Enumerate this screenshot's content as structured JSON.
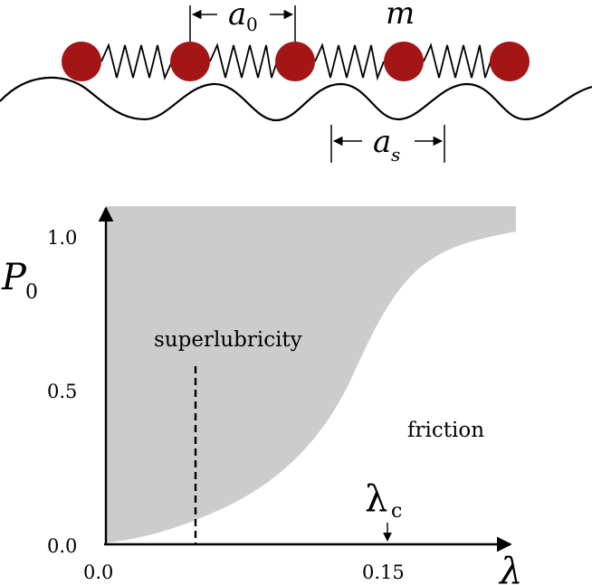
{
  "top_diagram": {
    "spacing_label_main": "a",
    "spacing_label_sub": "0",
    "mass_label": "m",
    "substrate_label_main": "a",
    "substrate_label_sub": "s",
    "particle_color": "#a41515",
    "particle_count": 5
  },
  "phase_diagram": {
    "y_axis_label_main": "P",
    "y_axis_label_sub": "0",
    "x_axis_label": "λ",
    "y_ticks": [
      "1.0",
      "0.5",
      "0.0"
    ],
    "x_ticks": [
      "0.0",
      "0.15"
    ],
    "region_superlubricity": "superlubricity",
    "region_friction": "friction",
    "critical_label_main": "λ",
    "critical_label_sub": "c",
    "shaded_color": "#cccccc"
  }
}
